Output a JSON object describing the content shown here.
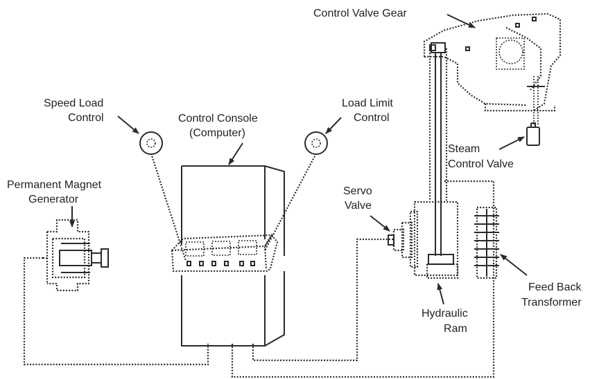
{
  "colors": {
    "ink": "#2a2a2a",
    "text": "#222222",
    "background": "#ffffff"
  },
  "labels": {
    "control_valve_gear": "Control Valve Gear",
    "speed_load_control_1": "Speed Load",
    "speed_load_control_2": "Control",
    "control_console_1": "Control Console",
    "control_console_2": "(Computer)",
    "load_limit_control_1": "Load Limit",
    "load_limit_control_2": "Control",
    "steam_control_valve_1": "Steam",
    "steam_control_valve_2": "Control Valve",
    "permanent_magnet_generator_1": "Permanent Magnet",
    "permanent_magnet_generator_2": "Generator",
    "servo_valve_1": "Servo",
    "servo_valve_2": "Valve",
    "feed_back_transformer_1": "Feed Back",
    "feed_back_transformer_2": "Transformer",
    "hydraulic_ram_1": "Hydraulic",
    "hydraulic_ram_2": "Ram"
  }
}
